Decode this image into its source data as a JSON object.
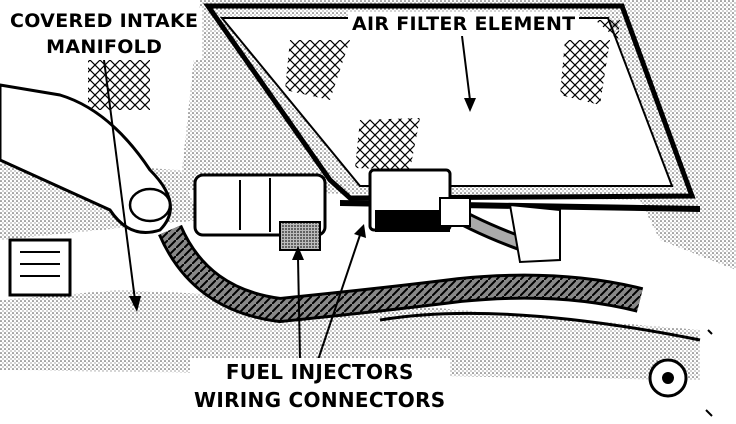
{
  "figure": {
    "labels": {
      "manifold_line1": "COVERED INTAKE",
      "manifold_line2": "MANIFOLD",
      "air_filter": "AIR FILTER ELEMENT",
      "injectors_line1": "FUEL INJECTORS",
      "injectors_line2": "WIRING CONNECTORS"
    }
  },
  "colors": {
    "ink": "#000000",
    "paper": "#ffffff",
    "shading": "#8a8a8a"
  }
}
